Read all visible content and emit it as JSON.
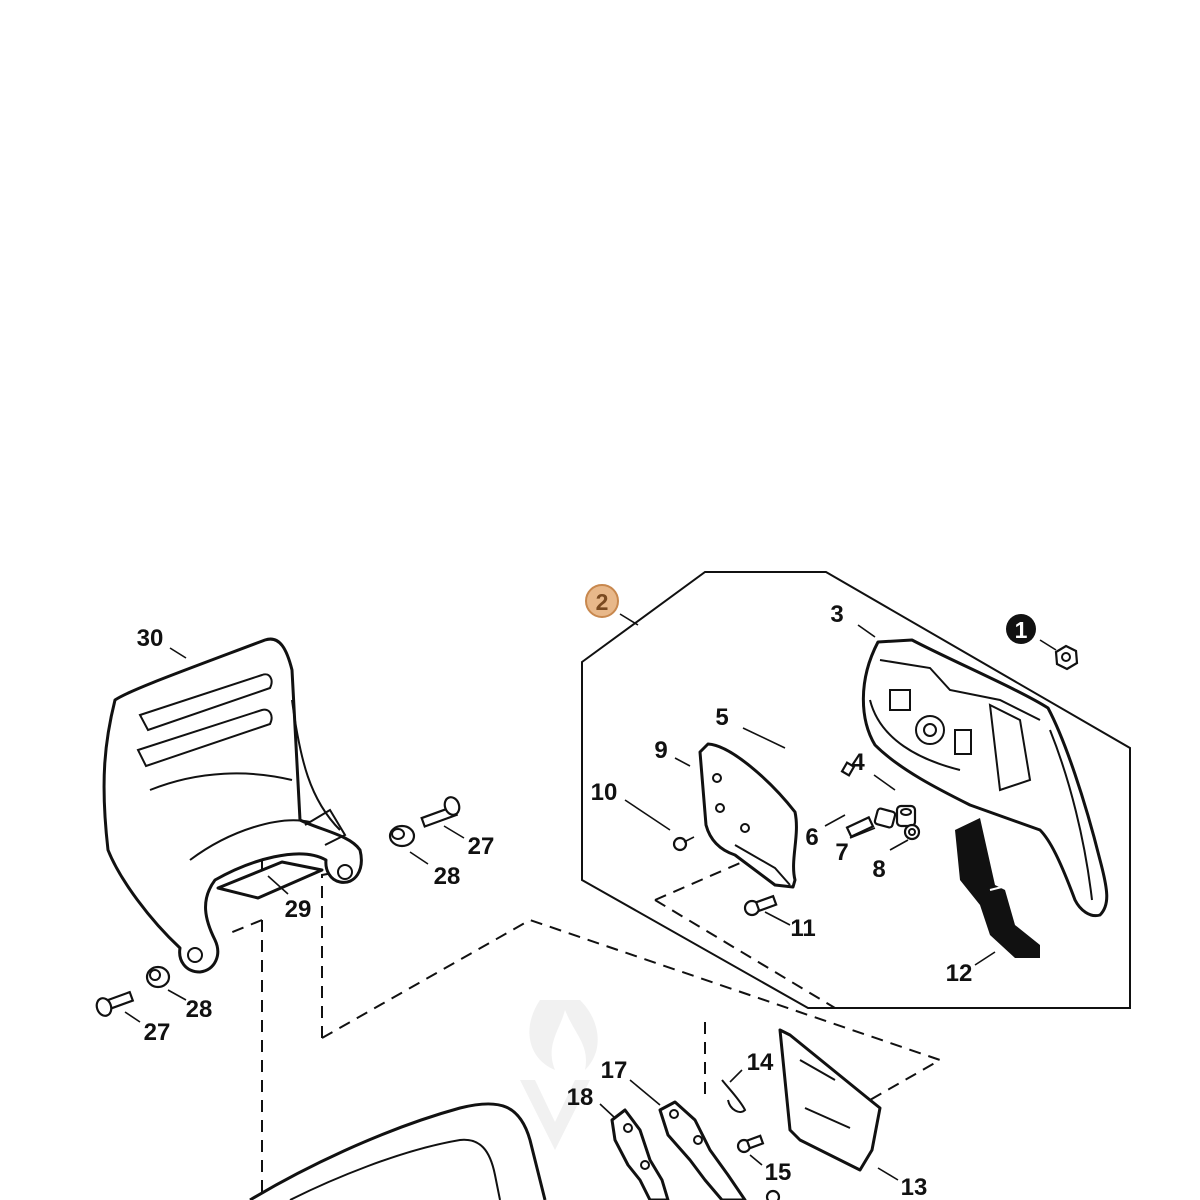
{
  "diagram": {
    "callouts": {
      "c1": "1",
      "c2": "2",
      "c3": "3",
      "c4": "4",
      "c5": "5",
      "c6": "6",
      "c7": "7",
      "c8": "8",
      "c9": "9",
      "c10": "10",
      "c11": "11",
      "c12": "12",
      "c13": "13",
      "c14": "14",
      "c15": "15",
      "c17": "17",
      "c18": "18",
      "c27a": "27",
      "c27b": "27",
      "c28a": "28",
      "c28b": "28",
      "c29": "29",
      "c30": "30"
    },
    "colors": {
      "badge_filled": "#111111",
      "badge_highlight": "#e8b88a",
      "badge_highlight_border": "#c8884e",
      "line": "#111111",
      "watermark": "#e6e6e6"
    }
  }
}
